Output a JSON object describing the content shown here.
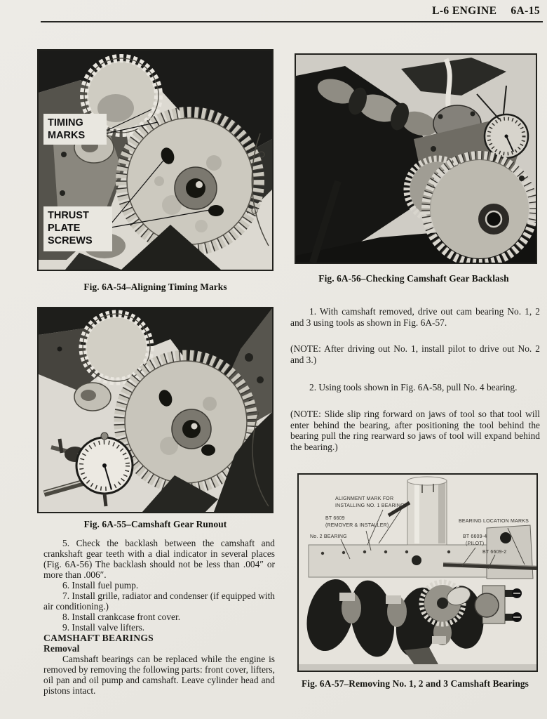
{
  "header": {
    "section_title": "L-6 ENGINE",
    "page_number": "6A-15"
  },
  "colors": {
    "paper": "#ebe8e3",
    "ink": "#1b1b18",
    "photo_paper": "#dcd9d2"
  },
  "figures": {
    "fig54": {
      "caption": "Fig. 6A-54–Aligning Timing Marks",
      "labels": {
        "timing": [
          "TIMING",
          "MARKS"
        ],
        "thrust": [
          "THRUST",
          "PLATE",
          "SCREWS"
        ]
      }
    },
    "fig55": {
      "caption": "Fig. 6A-55–Camshaft Gear Runout"
    },
    "fig56": {
      "caption": "Fig. 6A-56–Checking Camshaft Gear Backlash"
    },
    "fig57": {
      "caption": "Fig. 6A-57–Removing No. 1, 2 and 3 Camshaft Bearings",
      "labels": {
        "alignment_line1": "ALIGNMENT MARK FOR",
        "alignment_line2": "INSTALLING NO. 1 BEARING",
        "remover_line1": "BT 6609",
        "remover_line2": "(REMOVER & INSTALLER)",
        "no2_bearing": "No. 2 BEARING",
        "location_marks": "BEARING LOCATION MARKS",
        "pilot_line1": "BT 6609-4",
        "pilot_line2": "(PILOT)",
        "bt6609_2": "BT 6609-2"
      }
    }
  },
  "left_column": {
    "step5": "5. Check the backlash between the camshaft and crankshaft gear teeth with a dial indicator in several places (Fig. 6A-56) The backlash should not be less than .004″ or more than .006″.",
    "step6": "6. Install fuel pump.",
    "step7": "7. Install grille, radiator and condenser (if equipped with air conditioning.)",
    "step8": "8. Install crankcase front cover.",
    "step9": "9. Install valve lifters.",
    "heading": "CAMSHAFT BEARINGS",
    "subheading": "Removal",
    "removal_text": "Camshaft bearings can be replaced while the engine is removed by removing the following parts: front cover, lifters, oil pan and oil pump and camshaft. Leave cylinder head and pistons intact."
  },
  "right_column": {
    "step1": "1. With camshaft removed, drive out cam bearing No. 1, 2 and 3 using tools as shown in Fig. 6A-57.",
    "note1": "(NOTE: After driving out No. 1, install pilot to drive out No. 2 and 3.)",
    "step2": "2. Using tools shown in Fig. 6A-58, pull No. 4 bearing.",
    "note2": "(NOTE: Slide slip ring forward on jaws of tool so that tool will enter behind the bearing, after positioning the tool behind the bearing pull the ring rearward so jaws of tool will expand behind the bearing.)"
  }
}
